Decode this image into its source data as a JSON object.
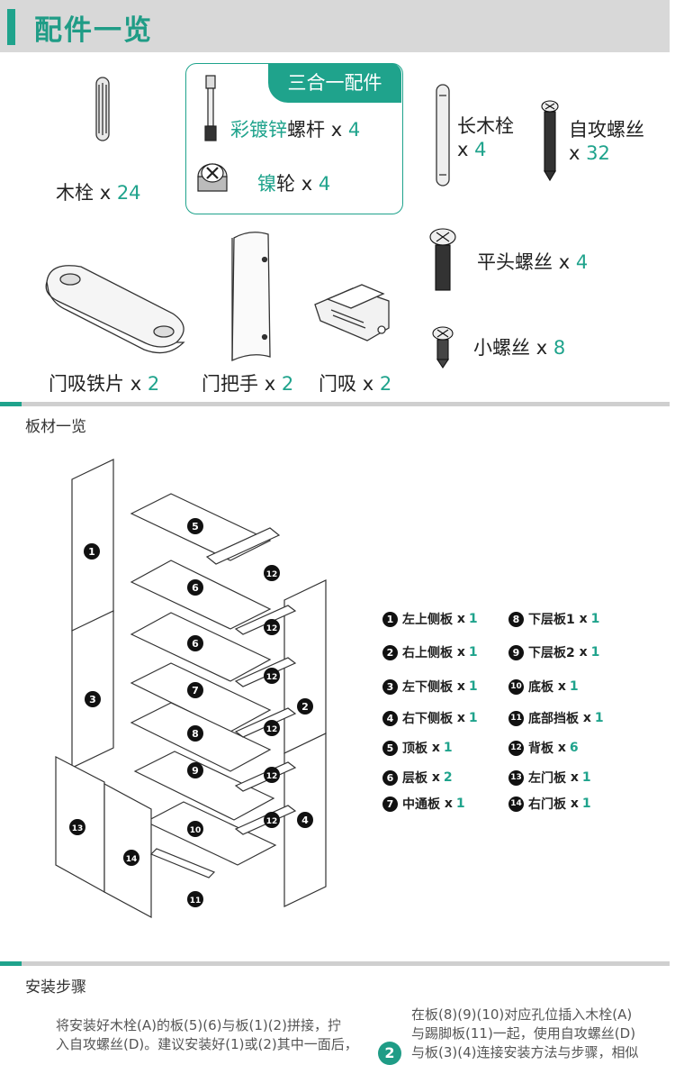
{
  "header": {
    "title": "配件一览"
  },
  "parts": {
    "dowel": {
      "name": "木栓",
      "qty": "24"
    },
    "combo_tag": "三合一配件",
    "bolt": {
      "prefix": "彩镀锌",
      "name": "螺杆",
      "qty": "4"
    },
    "cam": {
      "prefix": "镍",
      "name": "轮",
      "qty": "4"
    },
    "long_dowel": {
      "name": "长木栓",
      "qty": "4"
    },
    "self_screw": {
      "name": "自攻螺丝",
      "qty": "32"
    },
    "flat_screw": {
      "name": "平头螺丝",
      "qty": "4"
    },
    "small_screw": {
      "name": "小螺丝",
      "qty": "8"
    },
    "magnet_plate": {
      "name": "门吸铁片",
      "qty": "2"
    },
    "handle": {
      "name": "门把手",
      "qty": "2"
    },
    "catch": {
      "name": "门吸",
      "qty": "2"
    },
    "x_mark": "x"
  },
  "boards": {
    "title": "板材一览",
    "legend": [
      {
        "num": "1",
        "name": "左上侧板",
        "qty": "1"
      },
      {
        "num": "2",
        "name": "右上侧板",
        "qty": "1"
      },
      {
        "num": "3",
        "name": "左下侧板",
        "qty": "1"
      },
      {
        "num": "4",
        "name": "右下侧板",
        "qty": "1"
      },
      {
        "num": "5",
        "name": "顶板",
        "qty": "1"
      },
      {
        "num": "6",
        "name": "层板",
        "qty": "2"
      },
      {
        "num": "7",
        "name": "中通板",
        "qty": "1"
      },
      {
        "num": "8",
        "name": "下层板1",
        "qty": "1"
      },
      {
        "num": "9",
        "name": "下层板2",
        "qty": "1"
      },
      {
        "num": "10",
        "name": "底板",
        "qty": "1"
      },
      {
        "num": "11",
        "name": "底部挡板",
        "qty": "1"
      },
      {
        "num": "12",
        "name": "背板",
        "qty": "6"
      },
      {
        "num": "13",
        "name": "左门板",
        "qty": "1"
      },
      {
        "num": "14",
        "name": "右门板",
        "qty": "1"
      }
    ],
    "diagram_labels": [
      "1",
      "2",
      "3",
      "4",
      "5",
      "6",
      "6",
      "7",
      "8",
      "9",
      "10",
      "11",
      "12",
      "12",
      "12",
      "12",
      "12",
      "12",
      "13",
      "14"
    ]
  },
  "install": {
    "title": "安装步骤",
    "step1_line1": "将安装好木栓(A)的板(5)(6)与板(1)(2)拼接，拧",
    "step1_line2": "入自攻螺丝(D)。建议安装好(1)或(2)其中一面后，",
    "step2_num": "2",
    "step2_line1": "在板(8)(9)(10)对应孔位插入木栓(A)",
    "step2_line2": "与踢脚板(11)一起，使用自攻螺丝(D)",
    "step2_line3": "与板(3)(4)连接安装方法与步骤，相似"
  }
}
